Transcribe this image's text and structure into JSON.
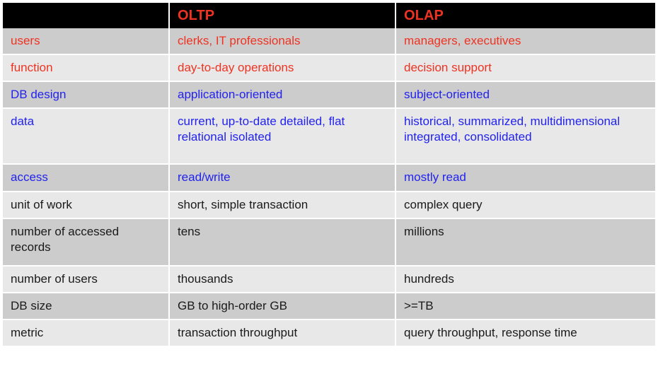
{
  "table": {
    "headers": {
      "label_col": "",
      "oltp": "OLTP",
      "olap": "OLAP"
    },
    "colors": {
      "header_background": "#000000",
      "header_text": "#ee3322",
      "row_shade_dark": "#cccccc",
      "row_shade_light": "#e8e8e8",
      "text_red": "#ee3322",
      "text_blue": "#2222ee",
      "text_black": "#1a1a1a",
      "grid_line": "#ffffff"
    },
    "rows": [
      {
        "label": "users",
        "oltp": "clerks, IT professionals",
        "olap": "managers, executives",
        "tone": "red",
        "shade": "dark"
      },
      {
        "label": "function",
        "oltp": "day-to-day operations",
        "olap": "decision support",
        "tone": "red",
        "shade": "light"
      },
      {
        "label": "DB design",
        "oltp": "application-oriented",
        "olap": "subject-oriented",
        "tone": "blue",
        "shade": "dark"
      },
      {
        "label": "data",
        "oltp": "current, up-to-date detailed, flat relational isolated",
        "olap": "historical, summarized, multidimensional integrated, consolidated",
        "tone": "blue",
        "shade": "light"
      },
      {
        "label": "access",
        "oltp": "read/write",
        "olap": "mostly read",
        "tone": "blue",
        "shade": "dark"
      },
      {
        "label": "unit of work",
        "oltp": "short, simple transaction",
        "olap": "complex query",
        "tone": "black",
        "shade": "light"
      },
      {
        "label": "number of accessed records",
        "oltp": "tens",
        "olap": "millions",
        "tone": "black",
        "shade": "dark"
      },
      {
        "label": "number of users",
        "oltp": "thousands",
        "olap": "hundreds",
        "tone": "black",
        "shade": "light"
      },
      {
        "label": "DB size",
        "oltp": "GB to high-order GB",
        "olap": ">=TB",
        "tone": "black",
        "shade": "dark"
      },
      {
        "label": "metric",
        "oltp": "transaction throughput",
        "olap": "query throughput, response time",
        "tone": "black",
        "shade": "light"
      }
    ]
  }
}
